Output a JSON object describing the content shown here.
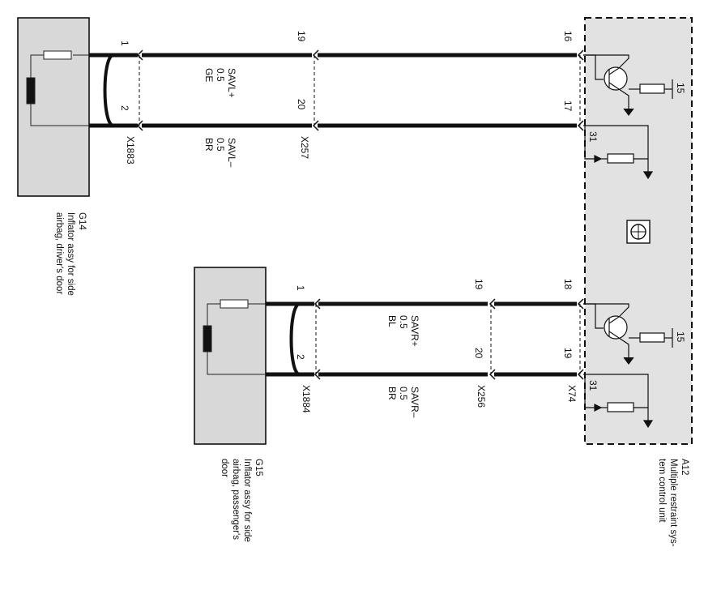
{
  "components": {
    "g14": {
      "id": "G14",
      "desc_line1": "Inflator assy for side",
      "desc_line2": "airbag, driver's door"
    },
    "g15": {
      "id": "G15",
      "desc_line1": "Inflator assy for side",
      "desc_line2": "airbag, passenger's",
      "desc_line3": "door"
    },
    "a12": {
      "id": "A12",
      "desc_line1": "Multiple restraint sys-",
      "desc_line2": "tem control unit"
    }
  },
  "connectors": {
    "x1883": "X1883",
    "x257": "X257",
    "x1884": "X1884",
    "x256": "X256",
    "x74": "X74"
  },
  "pins": {
    "g14_p1": "1",
    "g14_p2": "2",
    "x257_p19": "19",
    "x257_p20": "20",
    "a12_p16": "16",
    "a12_p17": "17",
    "g15_p1": "1",
    "g15_p2": "2",
    "x256_p19": "19",
    "x256_p20": "20",
    "a12_p18": "18",
    "a12_p19": "19",
    "a12_p15_top": "15",
    "a12_p31_top": "31",
    "a12_p15_bottom": "15",
    "a12_p31_bottom": "31"
  },
  "wires": {
    "savl_plus": {
      "signal": "SAVL+",
      "size": "0.5",
      "color": "GE"
    },
    "savl_minus": {
      "signal": "SAVL–",
      "size": "0.5",
      "color": "BR"
    },
    "savr_plus": {
      "signal": "SAVR+",
      "size": "0.5",
      "color": "BL"
    },
    "savr_minus": {
      "signal": "SAVR–",
      "size": "0.5",
      "color": "BR"
    }
  }
}
